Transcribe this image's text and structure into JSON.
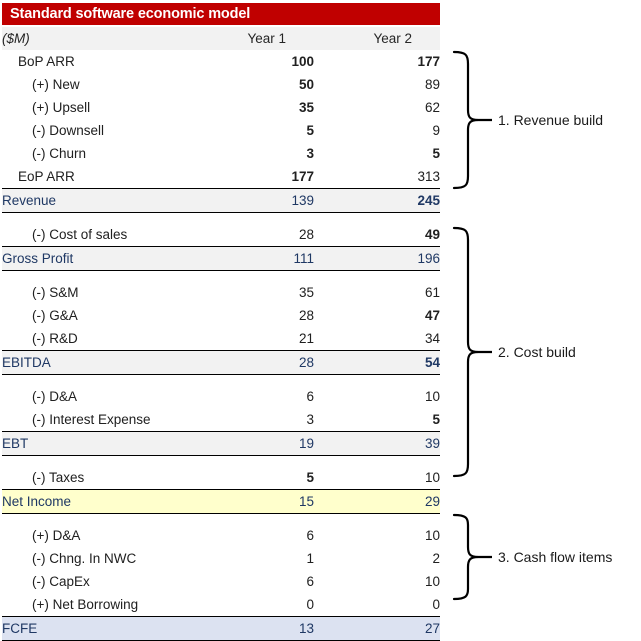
{
  "title": "Standard software economic model",
  "colors": {
    "header_bar": "#C00000",
    "subtotal_fill": "#F2F2F2",
    "net_income_fill": "#FFFFCC",
    "fcfe_fill": "#DCE2F1",
    "total_label_text": "#1F3864"
  },
  "columns": {
    "units": "($M)",
    "year1": "Year 1",
    "year2": "Year 2"
  },
  "rows": [
    {
      "label": "BoP ARR",
      "y1": "100",
      "y2": "177"
    },
    {
      "label": "(+) New",
      "y1": "50",
      "y2": "89"
    },
    {
      "label": "(+) Upsell",
      "y1": "35",
      "y2": "62"
    },
    {
      "label": "(-) Downsell",
      "y1": "5",
      "y2": "9"
    },
    {
      "label": "(-) Churn",
      "y1": "3",
      "y2": "5"
    },
    {
      "label": "EoP ARR",
      "y1": "177",
      "y2": "313"
    },
    {
      "label": "Revenue",
      "y1": "139",
      "y2": "245"
    },
    {
      "label": "(-) Cost of sales",
      "y1": "28",
      "y2": "49"
    },
    {
      "label": "Gross Profit",
      "y1": "111",
      "y2": "196"
    },
    {
      "label": "(-) S&M",
      "y1": "35",
      "y2": "61"
    },
    {
      "label": "(-) G&A",
      "y1": "28",
      "y2": "47"
    },
    {
      "label": "(-) R&D",
      "y1": "21",
      "y2": "34"
    },
    {
      "label": "EBITDA",
      "y1": "28",
      "y2": "54"
    },
    {
      "label": "(-) D&A",
      "y1": "6",
      "y2": "10"
    },
    {
      "label": "(-) Interest Expense",
      "y1": "3",
      "y2": "5"
    },
    {
      "label": "EBT",
      "y1": "19",
      "y2": "39"
    },
    {
      "label": "(-) Taxes",
      "y1": "5",
      "y2": "10"
    },
    {
      "label": "Net Income",
      "y1": "15",
      "y2": "29"
    },
    {
      "label": "(+) D&A",
      "y1": "6",
      "y2": "10"
    },
    {
      "label": "(-) Chng. In NWC",
      "y1": "1",
      "y2": "2"
    },
    {
      "label": "(-) CapEx",
      "y1": "6",
      "y2": "10"
    },
    {
      "label": "(+) Net Borrowing",
      "y1": "0",
      "y2": "0"
    },
    {
      "label": "FCFE",
      "y1": "13",
      "y2": "27"
    }
  ],
  "annotations": [
    {
      "label": "1. Revenue build"
    },
    {
      "label": "2. Cost build"
    },
    {
      "label": "3. Cash flow items"
    }
  ]
}
